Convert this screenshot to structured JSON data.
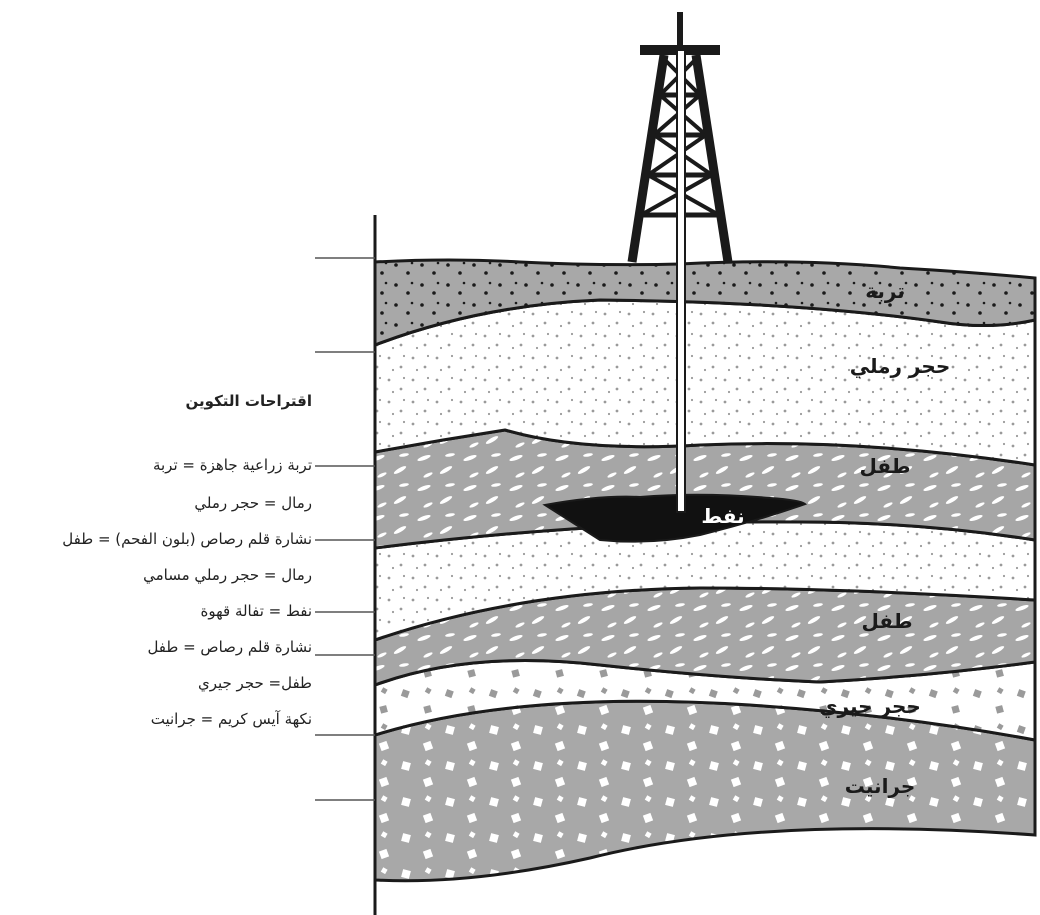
{
  "suggestions": {
    "heading": "اقتراحات التكوين",
    "items": [
      "تربة زراعية جاهزة = تربة",
      "رمال = حجر رملي",
      "نشارة قلم رصاص (بلون الفحم) = طفل",
      "رمال = حجر رملي مسامي",
      "نفط = تفالة قهوة",
      "نشارة قلم رصاص = طفل",
      "طفل= حجر جيري",
      "نكهة آيس كريم = جرانيت"
    ]
  },
  "layers": {
    "soil": "تربة",
    "sandstone": "حجر رملي",
    "shale_upper": "طفل",
    "oil": "نفط",
    "shale_lower": "طفل",
    "limestone": "حجر جيري",
    "granite": "جرانيت"
  },
  "colors": {
    "soil": "#a8a8a8",
    "sandstone": "#ffffff",
    "shale": "#a6a6a6",
    "oil": "#111111",
    "limestone": "#ffffff",
    "granite": "#a8a8a8",
    "outline": "#1a1a1a"
  }
}
